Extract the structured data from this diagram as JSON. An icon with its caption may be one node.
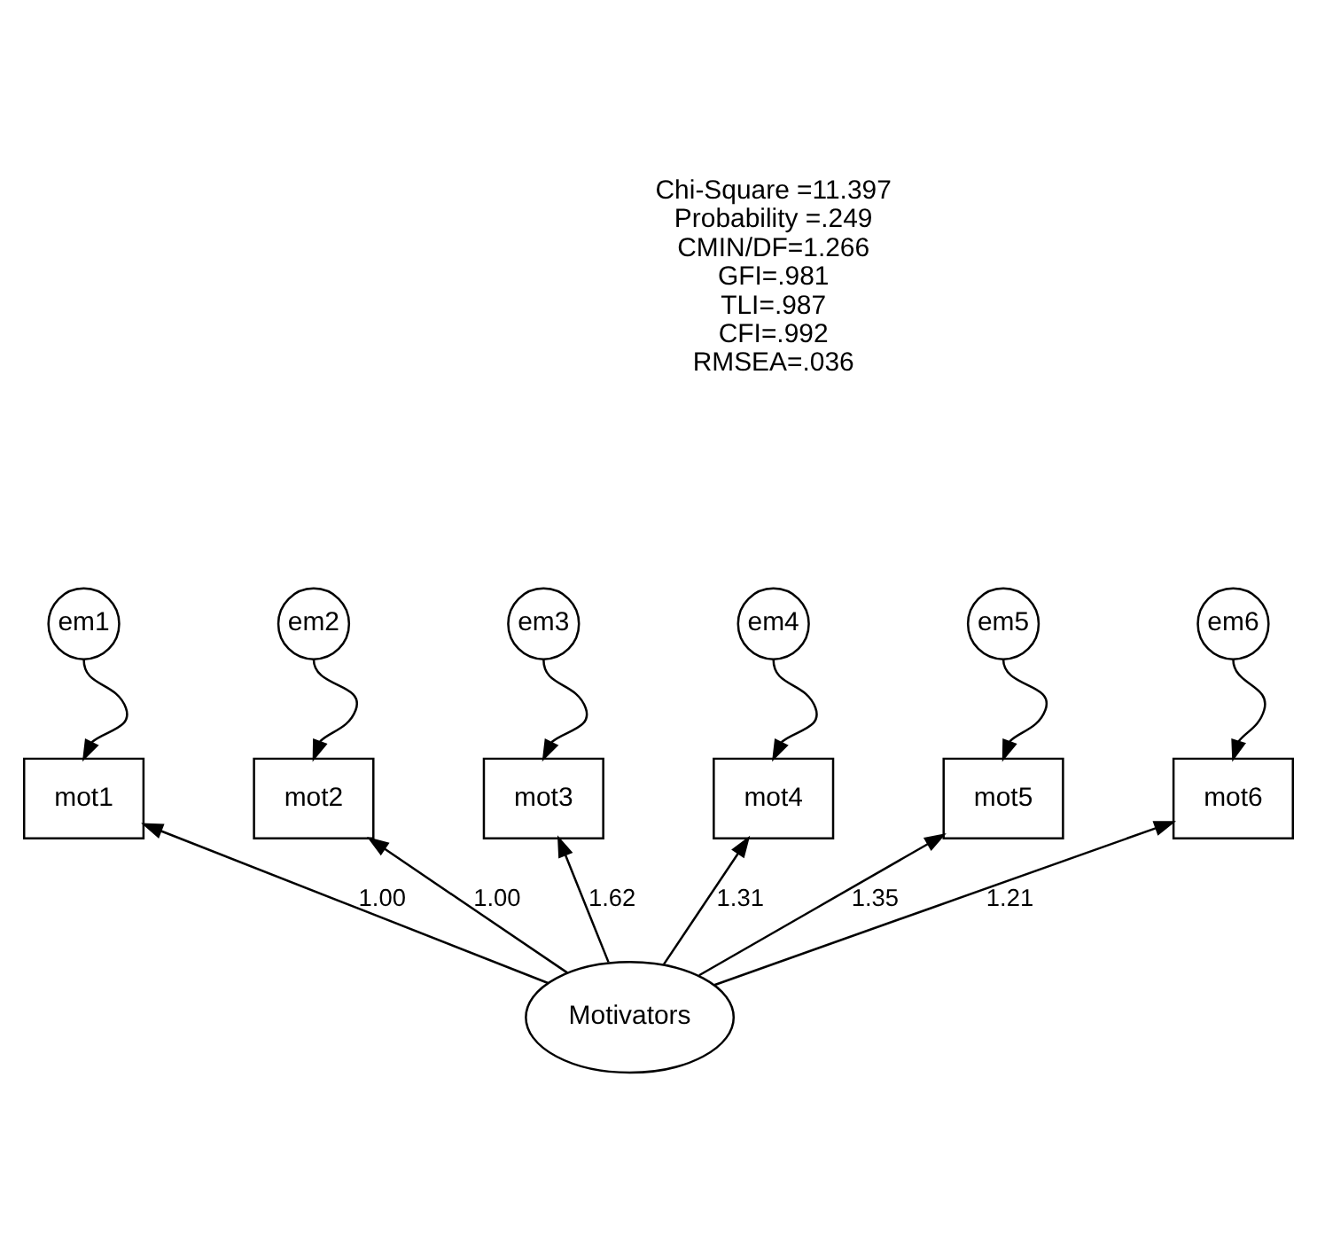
{
  "diagram": {
    "nodes": [
      {
        "text": [
          "em1"
        ]
      },
      {
        "text": [
          "em2"
        ]
      },
      {
        "text": [
          "em3"
        ]
      },
      {
        "text": [
          "em4"
        ]
      },
      {
        "text": [
          "em5"
        ]
      },
      {
        "text": [
          "em6"
        ]
      },
      {
        "text": [
          "mot1"
        ]
      },
      {
        "text": [
          "mot2"
        ]
      },
      {
        "text": [
          "mot3"
        ]
      },
      {
        "text": [
          "mot4"
        ]
      },
      {
        "text": [
          "mot5"
        ]
      },
      {
        "text": [
          "mot6"
        ]
      },
      {
        "text": [
          "Motivators"
        ]
      }
    ],
    "edges": [
      {
        "from": 0,
        "to": 6,
        "arrow": "to"
      },
      {
        "from": 1,
        "to": 7,
        "arrow": "to"
      },
      {
        "from": 2,
        "to": 8,
        "arrow": "to"
      },
      {
        "from": 3,
        "to": 9,
        "arrow": "to"
      },
      {
        "from": 4,
        "to": 10,
        "arrow": "to"
      },
      {
        "from": 5,
        "to": 11,
        "arrow": "to"
      },
      {
        "from": 12,
        "to": 6,
        "arrow": "to",
        "label": "1.00"
      },
      {
        "from": 12,
        "to": 7,
        "arrow": "to",
        "label": "1.00"
      },
      {
        "from": 12,
        "to": 8,
        "arrow": "to",
        "label": "1.62"
      },
      {
        "from": 12,
        "to": 9,
        "arrow": "to",
        "label": "1.31"
      },
      {
        "from": 12,
        "to": 10,
        "arrow": "to",
        "label": "1.35"
      },
      {
        "from": 12,
        "to": 11,
        "arrow": "to",
        "label": "1.21"
      }
    ],
    "labels": [
      "Chi-Square =11.397",
      "Probability =.249",
      "CMIN/DF=1.266",
      "GFI=.981",
      "TLI=.987",
      "CFI=.992",
      "RMSEA=.036"
    ]
  }
}
